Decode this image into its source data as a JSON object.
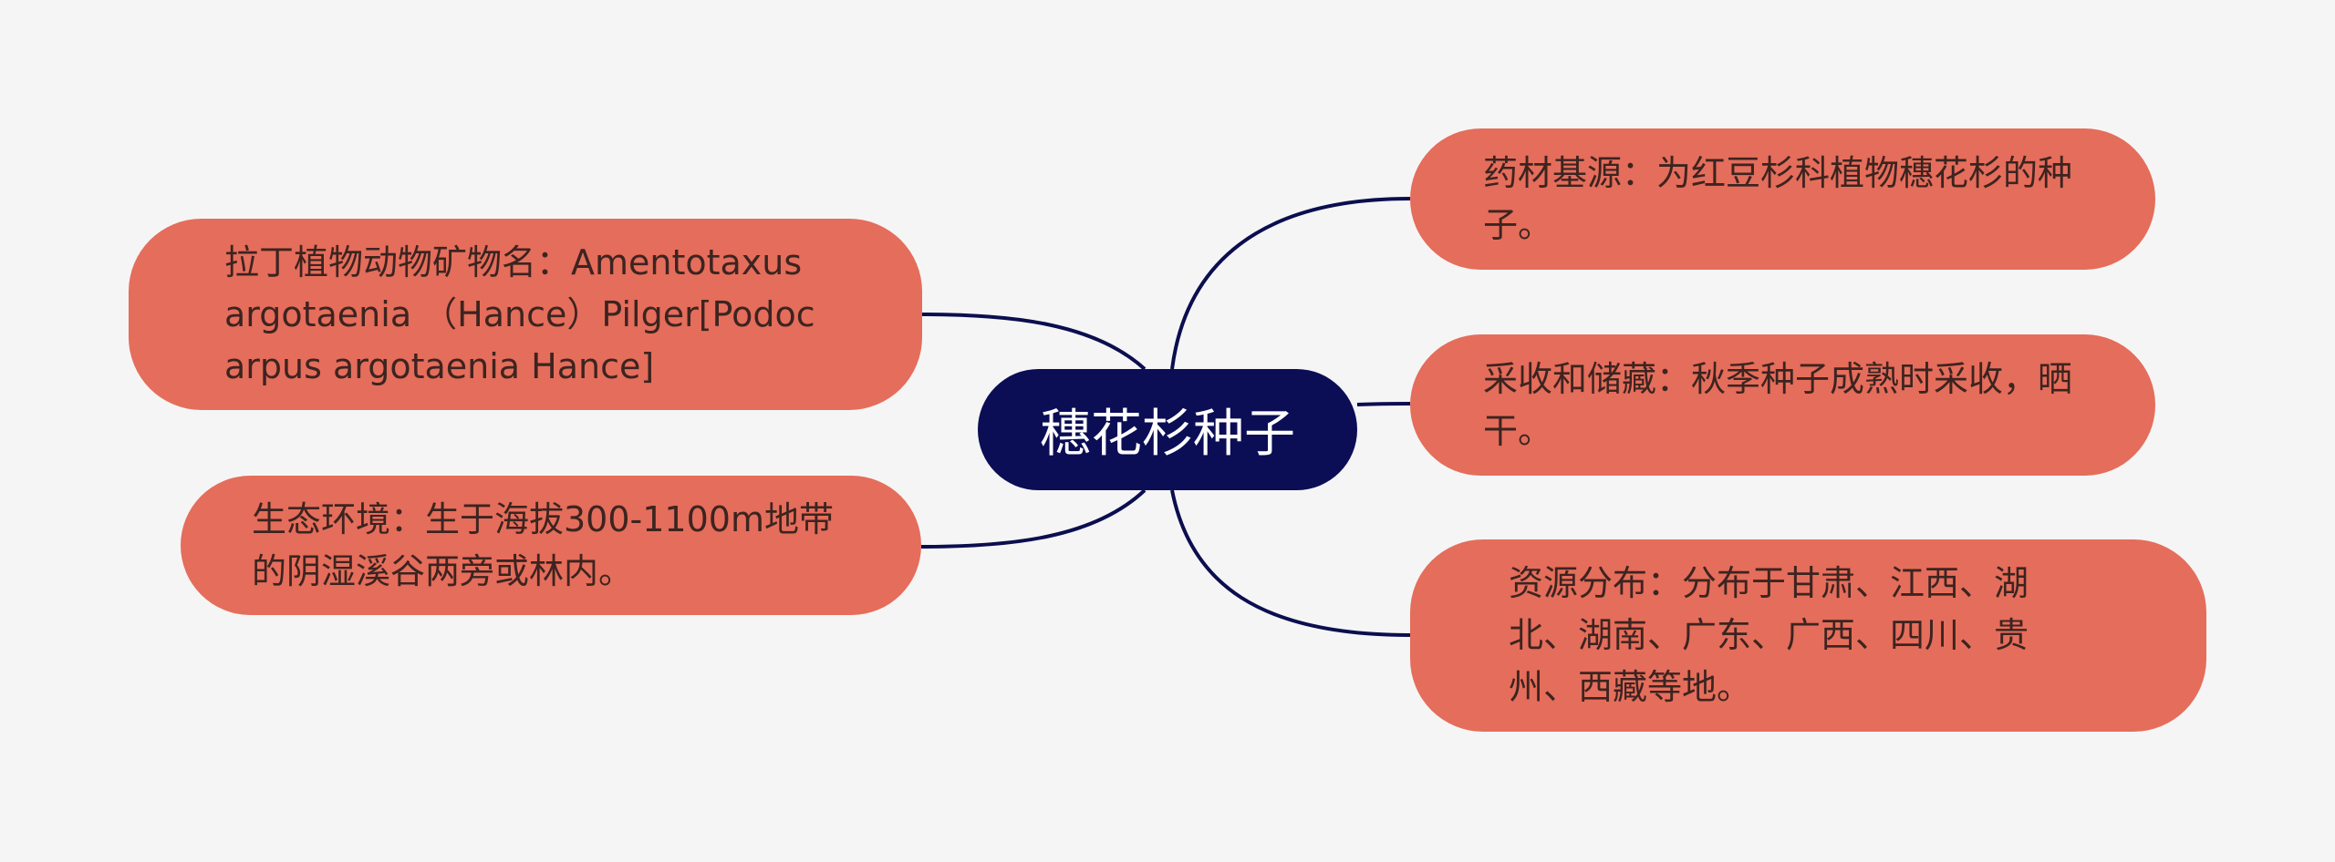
{
  "mindmap": {
    "root": "穗花杉种子",
    "left": [
      {
        "text": "拉丁植物动物矿物名：Amentotaxus argotaenia （Hance）Pilger[Podocarpus argotaenia Hance]"
      },
      {
        "text": "生态环境：生于海拔300-1100m地带的阴湿溪谷两旁或林内。"
      }
    ],
    "right": [
      {
        "text": "药材基源：为红豆杉科植物穗花杉的种子。"
      },
      {
        "text": "采收和储藏：秋季种子成熟时采收，晒干。"
      },
      {
        "text": "资源分布：分布于甘肃、江西、湖北、湖南、广东、广西、四川、贵州、西藏等地。"
      }
    ]
  },
  "colors": {
    "background": "#f5f5f5",
    "root_fill": "#0b0e55",
    "node_fill": "#e56d5b",
    "edge": "#0b0e4f"
  }
}
